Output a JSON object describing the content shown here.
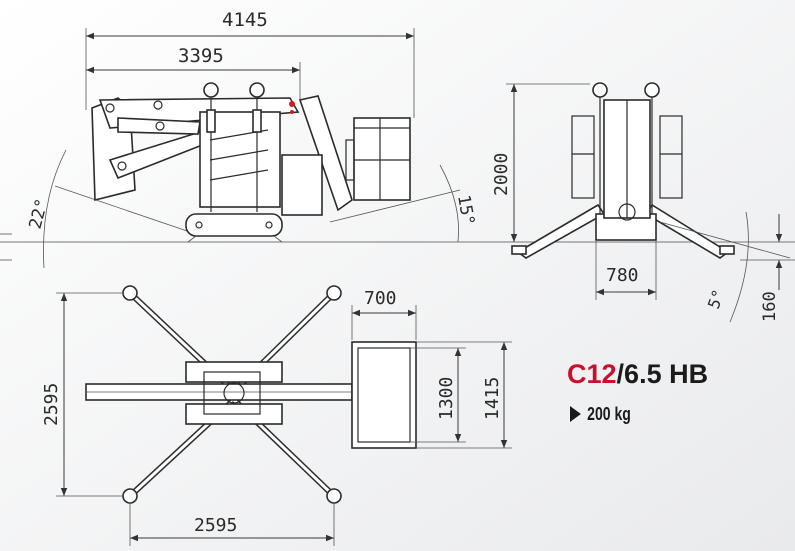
{
  "product": {
    "model_prefix": "C",
    "model_number": "12",
    "model_suffix": "/6.5 HB",
    "capacity": "200 kg"
  },
  "dimensions": {
    "overall_length": "4145",
    "stowed_length": "3395",
    "height": "2000",
    "track_width": "780",
    "leveling_height": "160",
    "front_slope_angle": "22°",
    "rear_slope_angle": "15°",
    "side_slope_angle": "5°",
    "outrigger_span_width": "2595",
    "outrigger_span_length": "2595",
    "basket_depth": "700",
    "basket_width_inner": "1300",
    "basket_width_outer": "1415"
  },
  "colors": {
    "accent_red": "#c8102e",
    "accent_blue": "#1a3c8f",
    "line": "#2b2b2b"
  }
}
